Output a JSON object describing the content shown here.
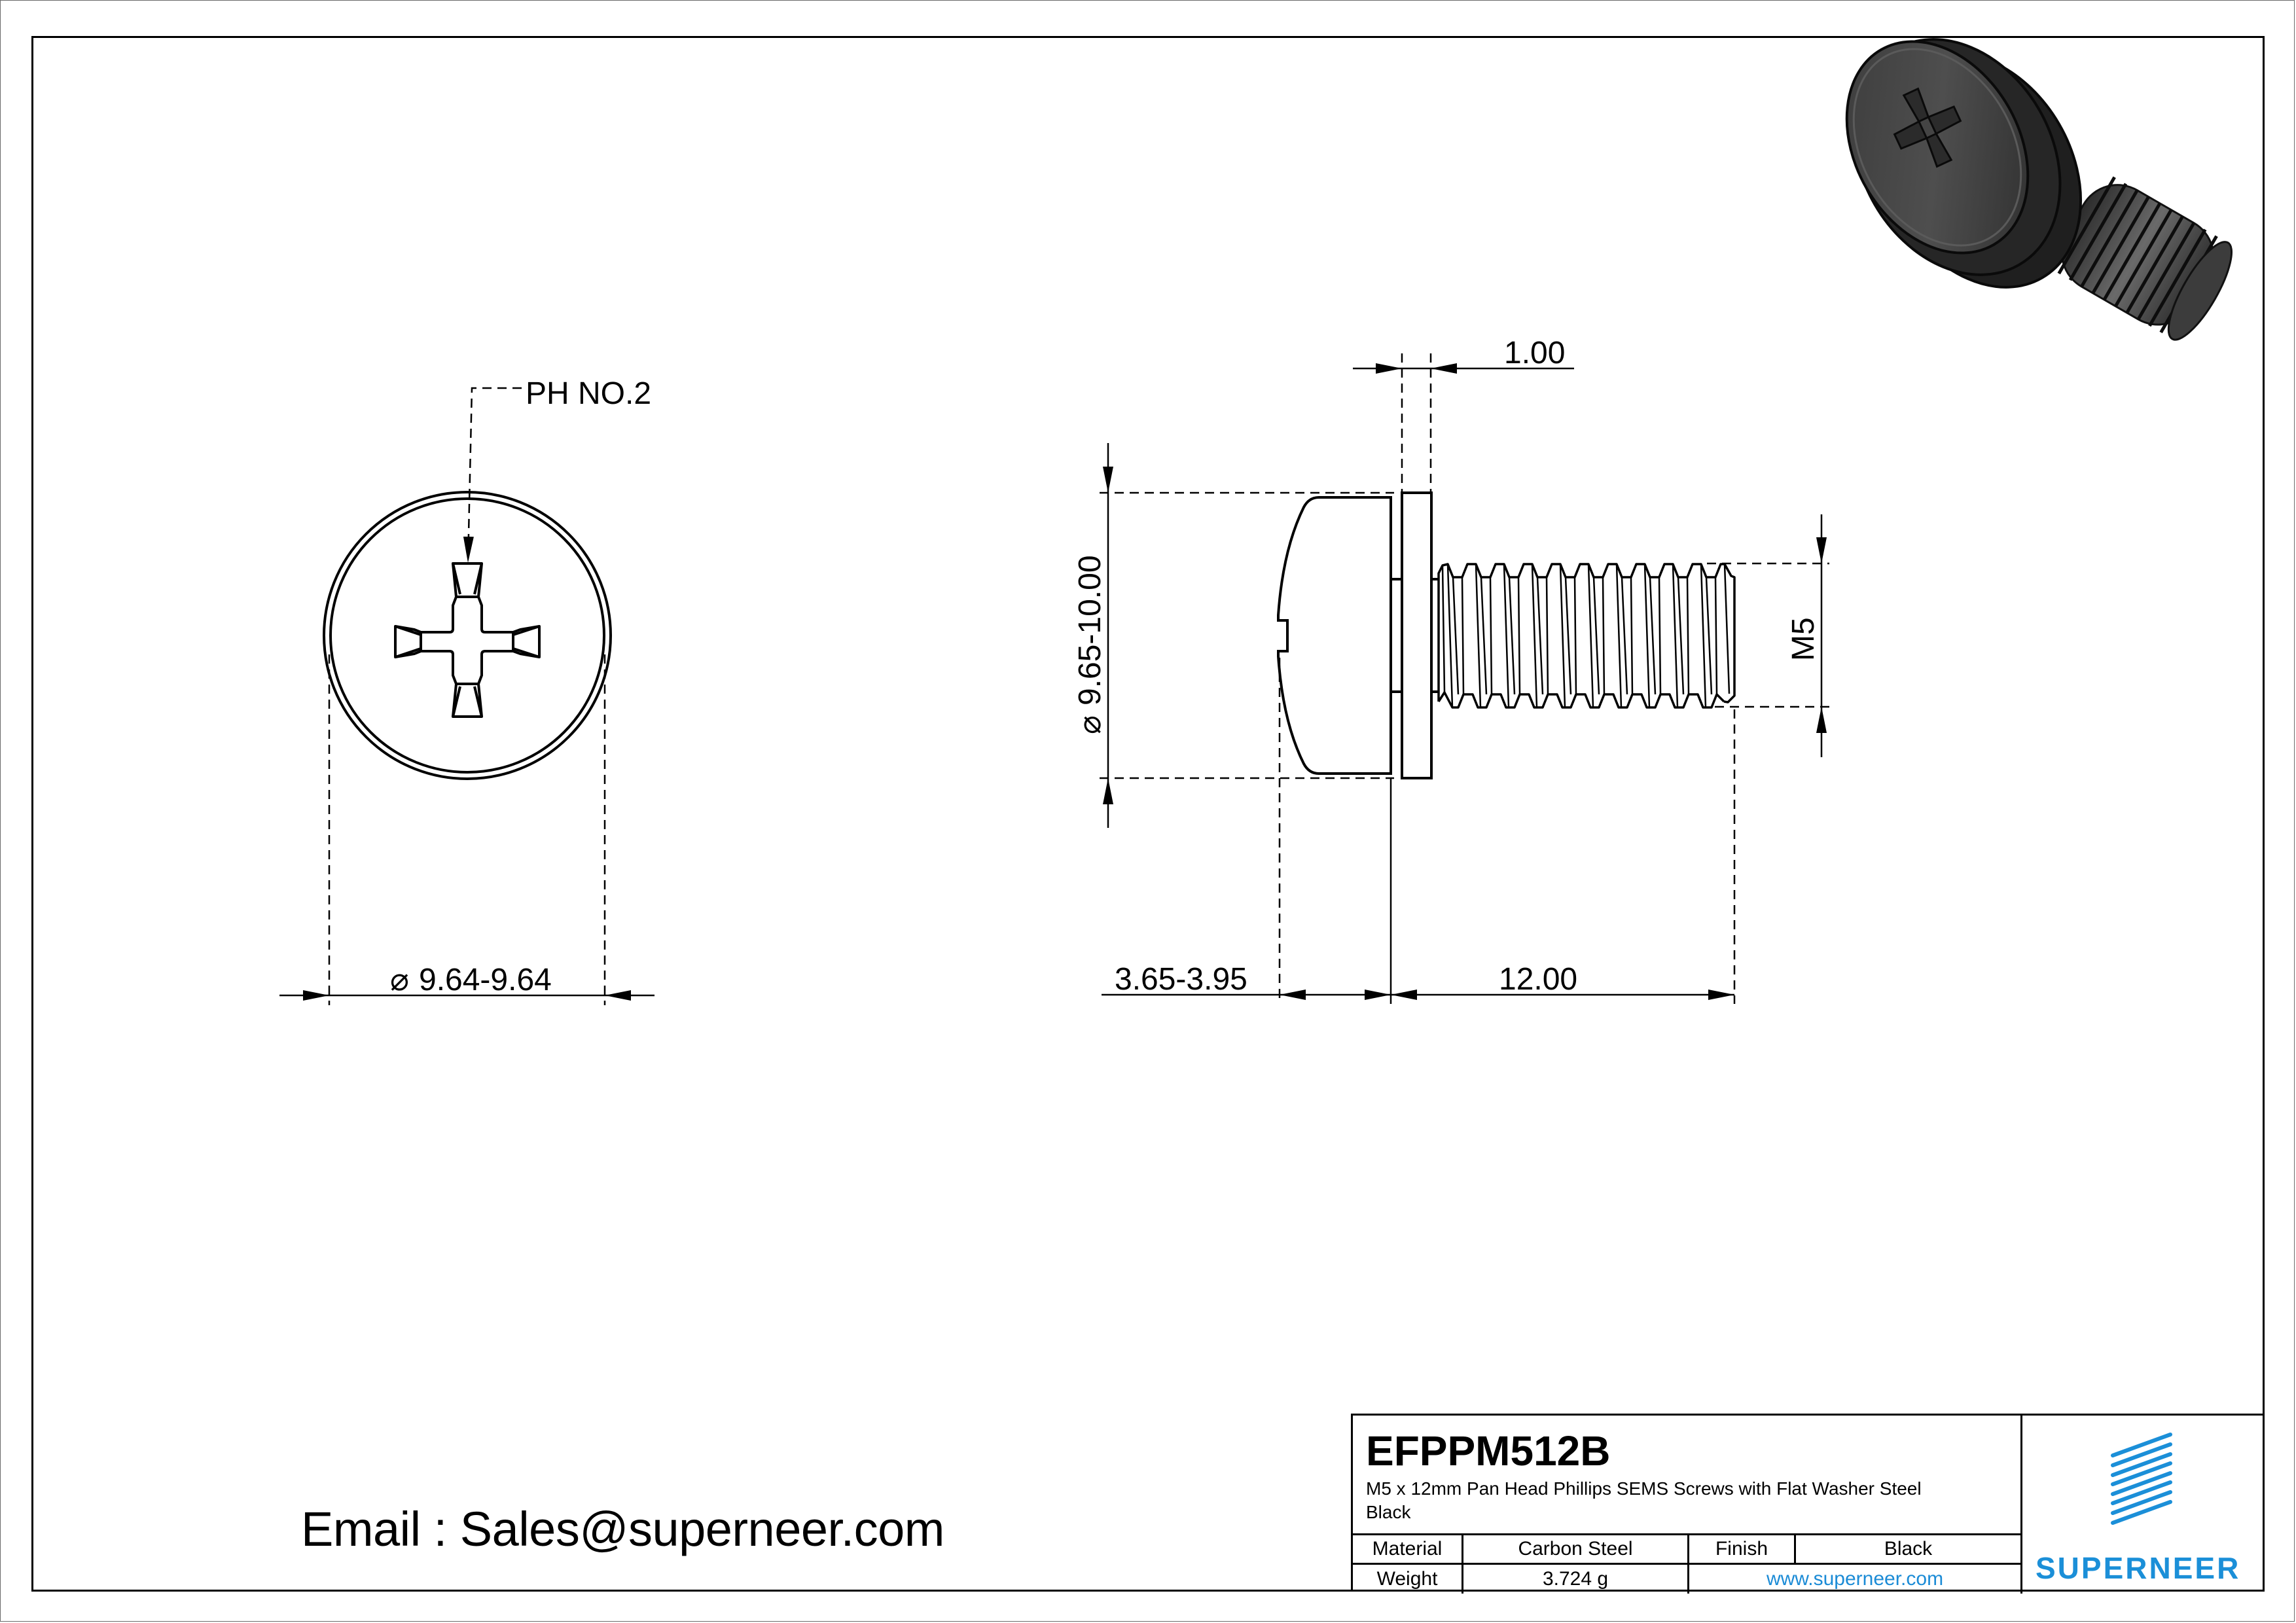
{
  "drawing": {
    "views": {
      "end_view": {
        "recess_callout": "PH NO.2",
        "diameter_dim": {
          "symbol": "⌀",
          "value": "9.64-9.64"
        }
      },
      "side_view": {
        "washer_thickness_dim": "1.00",
        "head_diameter_dim": {
          "symbol": "⌀",
          "value": "9.65-10.00"
        },
        "thread_dim": "M5",
        "head_height_dim": "3.65-3.95",
        "length_dim": "12.00"
      },
      "isometric_view": {
        "label": "3d-render-sems-screw"
      }
    },
    "contact": {
      "email_line": "Email : Sales@superneer.com"
    }
  },
  "title_block": {
    "part_number": "EFPPM512B",
    "description": "M5 x 12mm Pan Head Phillips SEMS Screws with  Flat Washer Steel Black",
    "rows": [
      {
        "label1": "Material",
        "value1": "Carbon Steel",
        "label2": "Finish",
        "value2": "Black"
      },
      {
        "label1": "Weight",
        "value1": "3.724 g",
        "website": "www.superneer.com"
      }
    ],
    "logo": {
      "brand": "SUPERNEER",
      "color": "#1b8fd8"
    }
  },
  "colors": {
    "line": "#000000",
    "brand": "#1b8fd8",
    "background": "#ffffff"
  }
}
